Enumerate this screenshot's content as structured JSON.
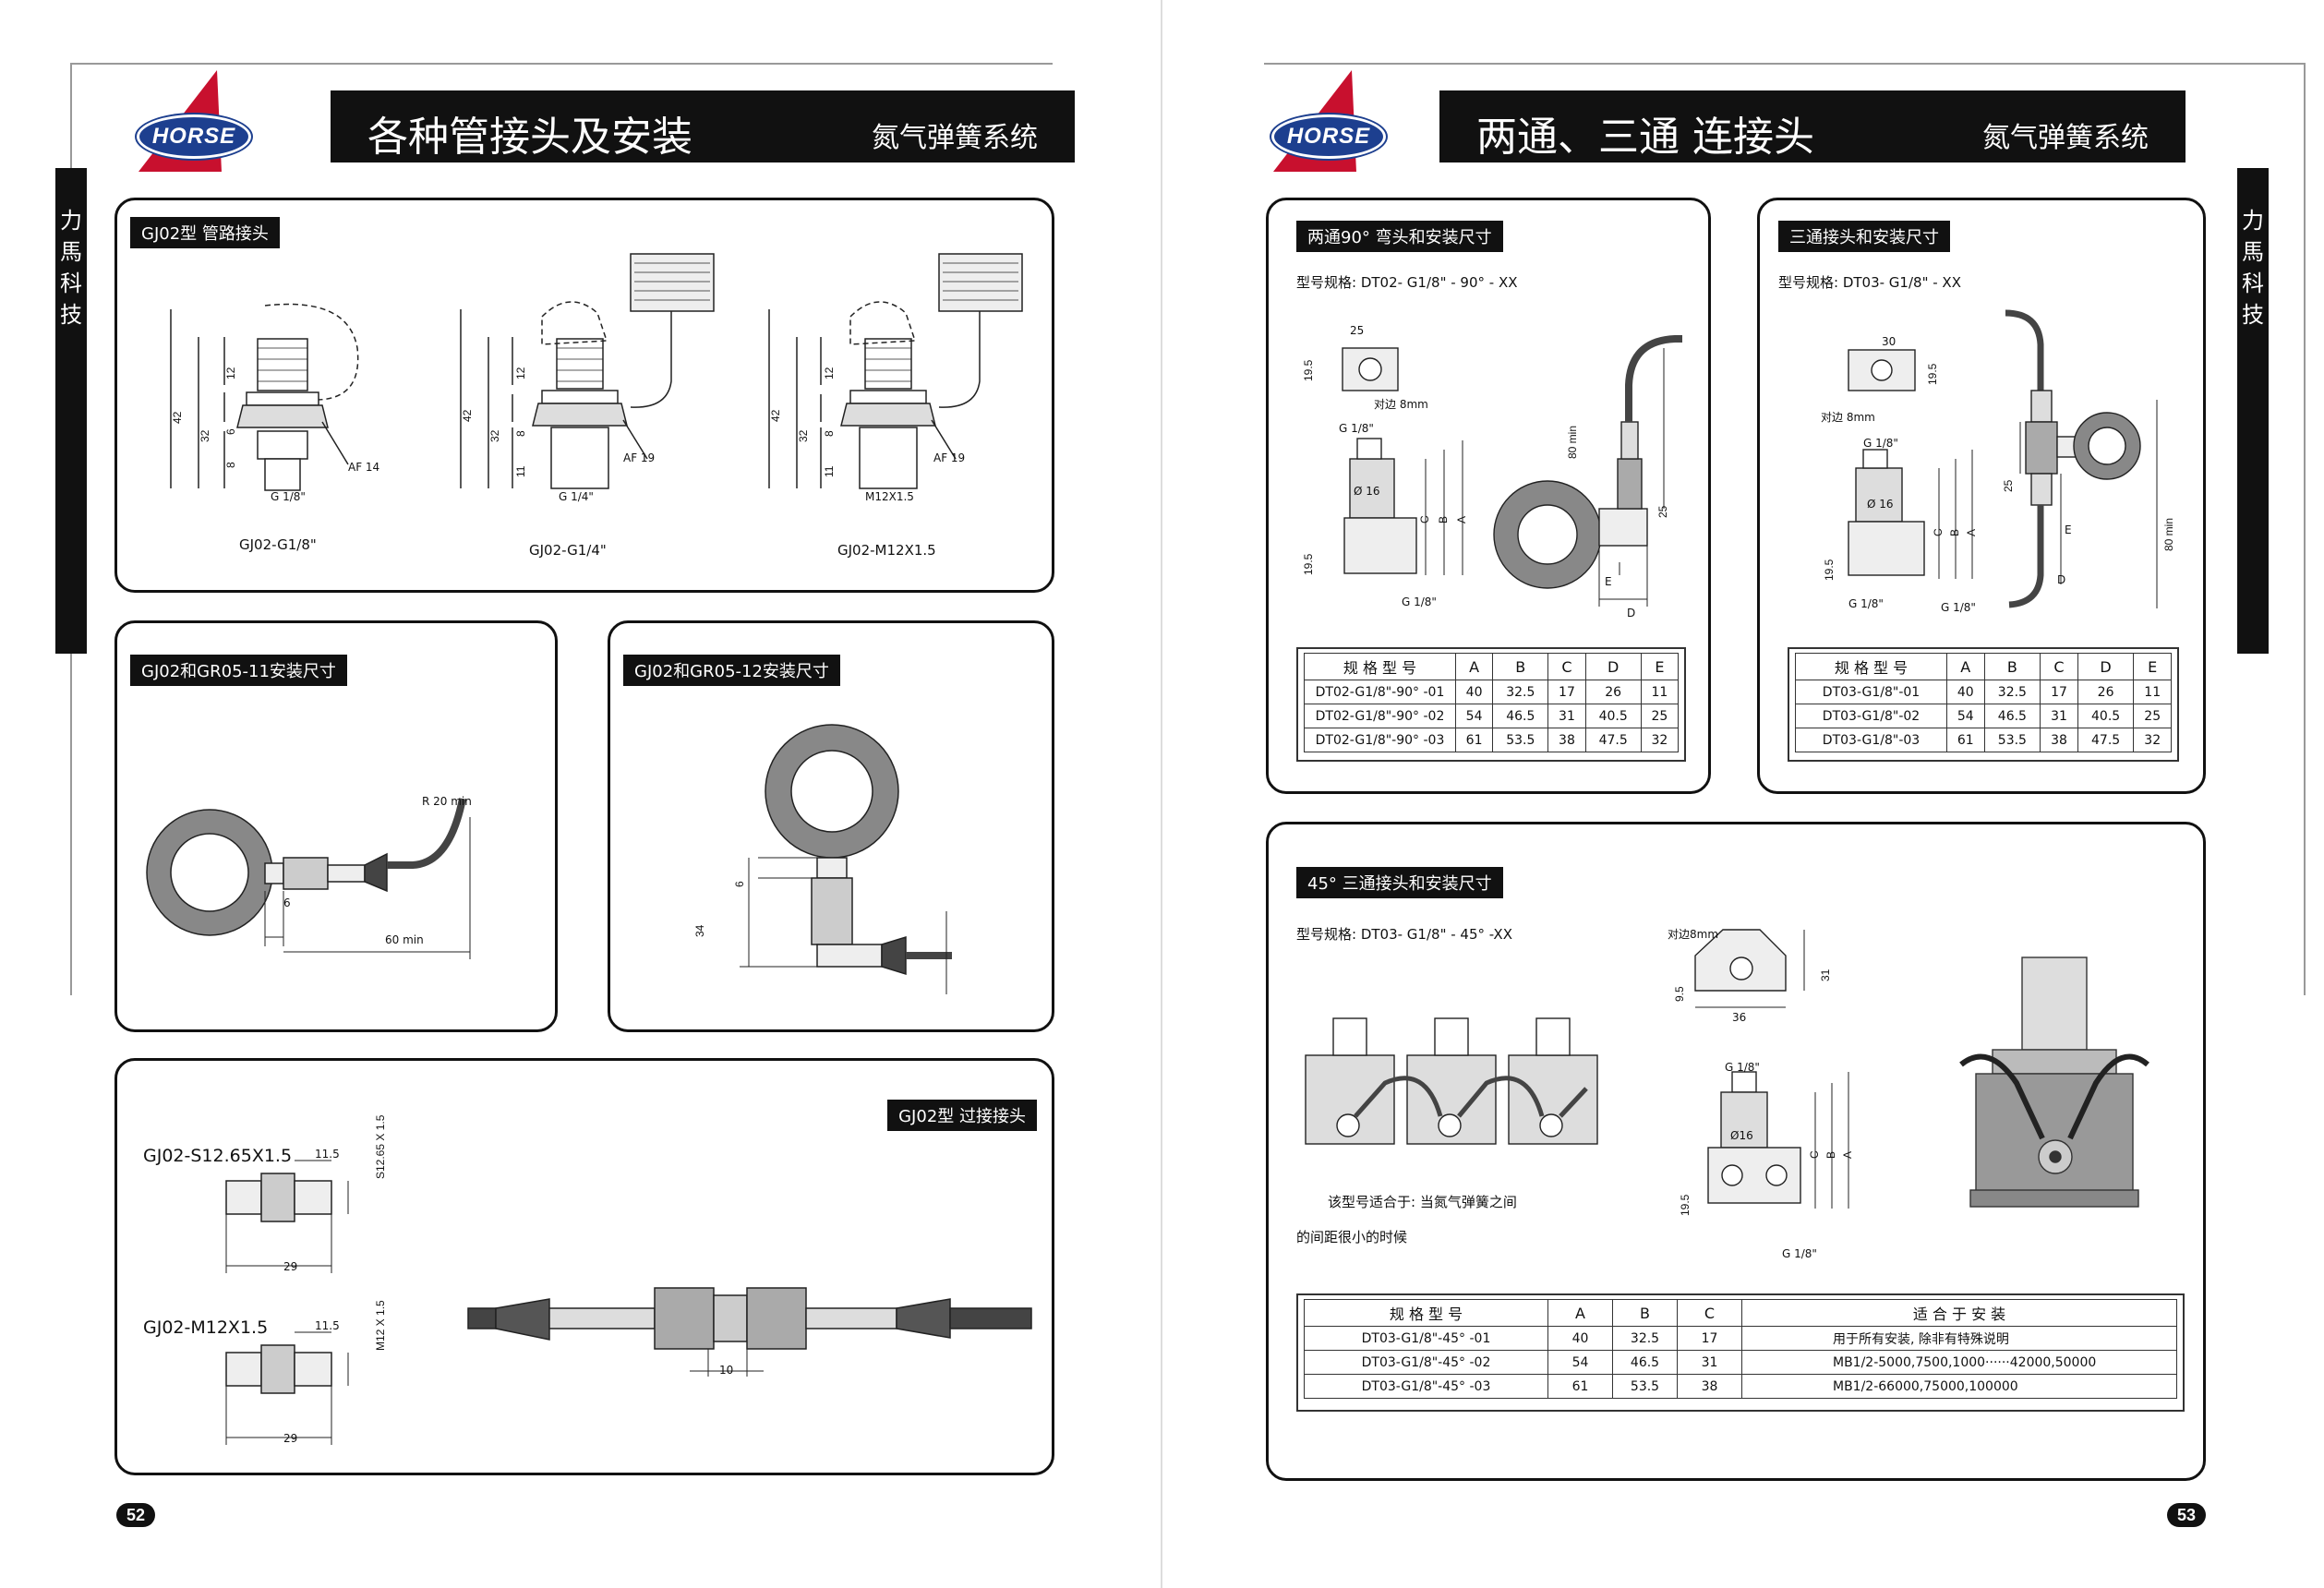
{
  "brand": {
    "logo_text": "HORSE"
  },
  "left_page": {
    "title": "各种管接头及安装",
    "subtitle": "氮气弹簧系统",
    "side_tab": [
      "力",
      "馬",
      "科",
      "技"
    ],
    "page_number": "52",
    "panel_gj02": {
      "tag": "GJ02型 管路接头",
      "models": [
        {
          "caption": "GJ02-G1/8\"",
          "thread": "G 1/8\"",
          "af": "AF 14",
          "dims": [
            "42",
            "32",
            "12",
            "6",
            "8"
          ]
        },
        {
          "caption": "GJ02-G1/4\"",
          "thread": "G 1/4\"",
          "af": "AF 19",
          "dims": [
            "42",
            "32",
            "12",
            "8",
            "11"
          ]
        },
        {
          "caption": "GJ02-M12X1.5",
          "thread": "M12X1.5",
          "af": "AF 19",
          "dims": [
            "42",
            "32",
            "12",
            "8",
            "11"
          ]
        }
      ]
    },
    "panel_gr05_11": {
      "tag": "GJ02和GR05-11安装尺寸",
      "r_label": "R 20 min",
      "dim_6": "6",
      "dim_60": "60 min"
    },
    "panel_gr05_12": {
      "tag": "GJ02和GR05-12安装尺寸",
      "dim_6": "6",
      "dim_34": "34"
    },
    "panel_transition": {
      "tag": "GJ02型 过接接头",
      "items": [
        {
          "name": "GJ02-S12.65X1.5",
          "dim_top": "11.5",
          "dim_side": "S12.65 X 1.5",
          "dim_len": "29"
        },
        {
          "name": "GJ02-M12X1.5",
          "dim_top": "11.5",
          "dim_side": "M12 X 1.5",
          "dim_len": "29"
        }
      ],
      "dim_10": "10"
    }
  },
  "right_page": {
    "title": "两通、三通  连接头",
    "subtitle": "氮气弹簧系统",
    "side_tab": [
      "力",
      "馬",
      "科",
      "技"
    ],
    "page_number": "53",
    "panel_dt02": {
      "tag": "两通90° 弯头和安装尺寸",
      "model": "型号规格:  DT02- G1/8\" - 90°  - XX",
      "labels": {
        "w25": "25",
        "h195": "19.5",
        "af": "对边 8mm",
        "g18": "G 1/8\"",
        "d16": "Ø 16",
        "c": "C",
        "b": "B",
        "a": "A",
        "h195b": "19.5",
        "g18b": "G 1/8\"",
        "min80": "80 min",
        "d25": "25",
        "e": "E",
        "d": "D"
      },
      "table": {
        "headers": [
          "规 格 型 号",
          "A",
          "B",
          "C",
          "D",
          "E"
        ],
        "rows": [
          [
            "DT02-G1/8\"-90° -01",
            "40",
            "32.5",
            "17",
            "26",
            "11"
          ],
          [
            "DT02-G1/8\"-90° -02",
            "54",
            "46.5",
            "31",
            "40.5",
            "25"
          ],
          [
            "DT02-G1/8\"-90° -03",
            "61",
            "53.5",
            "38",
            "47.5",
            "32"
          ]
        ]
      }
    },
    "panel_dt03": {
      "tag": "三通接头和安装尺寸",
      "model": "型号规格:  DT03- G1/8\" - XX",
      "labels": {
        "w30": "30",
        "h195": "19.5",
        "af": "对边 8mm",
        "g18": "G 1/8\"",
        "d16": "Ø 16",
        "c": "C",
        "b": "B",
        "a": "A",
        "h195b": "19.5",
        "g18l": "G 1/8\"",
        "g18r": "G 1/8\"",
        "d25": "25",
        "e": "E",
        "d": "D",
        "min80": "80 min"
      },
      "table": {
        "headers": [
          "规 格 型 号",
          "A",
          "B",
          "C",
          "D",
          "E"
        ],
        "rows": [
          [
            "DT03-G1/8\"-01",
            "40",
            "32.5",
            "17",
            "26",
            "11"
          ],
          [
            "DT03-G1/8\"-02",
            "54",
            "46.5",
            "31",
            "40.5",
            "25"
          ],
          [
            "DT03-G1/8\"-03",
            "61",
            "53.5",
            "38",
            "47.5",
            "32"
          ]
        ]
      }
    },
    "panel_dt03_45": {
      "tag": "45° 三通接头和安装尺寸",
      "model": "型号规格: DT03- G1/8\" - 45°  -XX",
      "note_line1": "该型号适合于: 当氮气弹簧之间",
      "note_line2": "的间距很小的时候",
      "labels": {
        "af": "对边8mm",
        "h95": "9.5",
        "h31": "31",
        "w36": "36",
        "g18t": "G 1/8\"",
        "d16": "Ø16",
        "c": "C",
        "b": "B",
        "a": "A",
        "h195": "19.5",
        "g18b": "G 1/8\""
      },
      "table": {
        "headers": [
          "规 格 型 号",
          "A",
          "B",
          "C",
          "适  合  于  安  装"
        ],
        "rows": [
          [
            "DT03-G1/8\"-45° -01",
            "40",
            "32.5",
            "17",
            "用于所有安装, 除非有特殊说明"
          ],
          [
            "DT03-G1/8\"-45° -02",
            "54",
            "46.5",
            "31",
            "MB1/2-5000,7500,1000······42000,50000"
          ],
          [
            "DT03-G1/8\"-45° -03",
            "61",
            "53.5",
            "38",
            "MB1/2-66000,75000,100000"
          ]
        ]
      }
    }
  }
}
